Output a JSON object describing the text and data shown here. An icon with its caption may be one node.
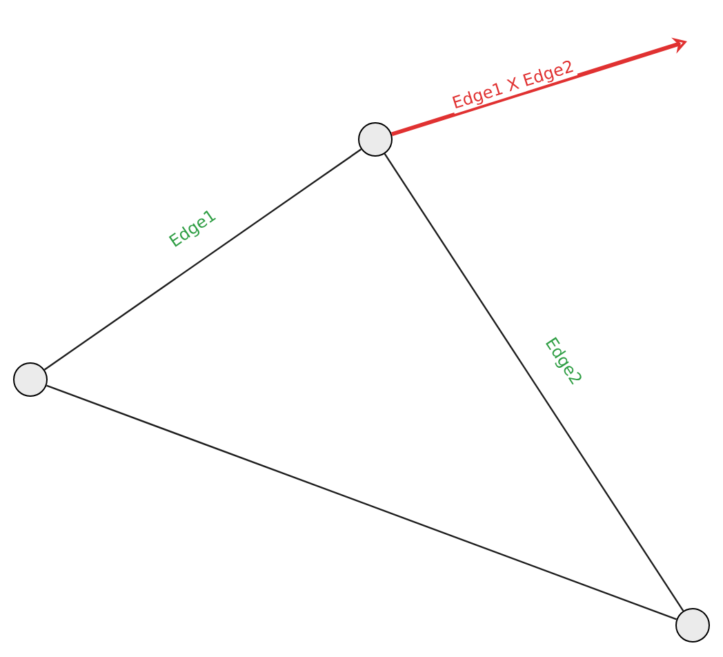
{
  "diagram": {
    "nodes": [
      {
        "text": [],
        "shape": "circle"
      },
      {
        "text": [],
        "shape": "circle"
      },
      {
        "text": [],
        "shape": "circle"
      }
    ],
    "edges": [
      {
        "from": 0,
        "to": 1,
        "arrow": "none",
        "label": "Edge1"
      },
      {
        "from": 1,
        "to": 2,
        "arrow": "none",
        "label": "Edge2"
      },
      {
        "from": 0,
        "to": 2,
        "arrow": "none"
      },
      {
        "from": 1,
        "to": null,
        "arrow": "to",
        "label": "Edge1 X Edge2",
        "color": "#e03131",
        "style": "thick"
      }
    ]
  }
}
